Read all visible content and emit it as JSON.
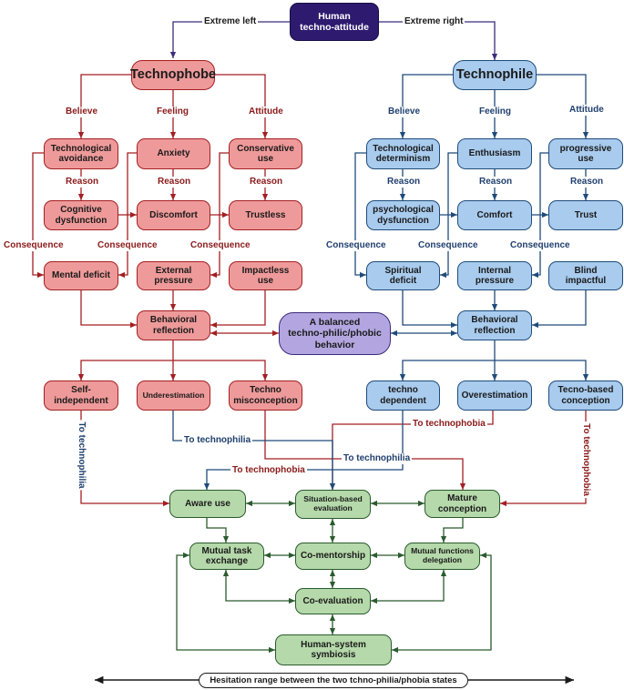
{
  "root": "Human\ntechno-attitude",
  "root_edges": {
    "left": "Extreme left",
    "right": "Extreme right"
  },
  "technophobe": {
    "title": "Technophobe",
    "columns": [
      "Believe",
      "Feeling",
      "Attitude"
    ],
    "row1": [
      "Technological\navoidance",
      "Anxiety",
      "Conservative\nuse"
    ],
    "reason": "Reason",
    "row2": [
      "Cognitive\ndysfunction",
      "Discomfort",
      "Trustless"
    ],
    "consequence": "Consequence",
    "row3": [
      "Mental deficit",
      "External\npressure",
      "Impactless\nuse"
    ],
    "reflection": "Behavioral\nreflection",
    "outcomes": [
      "Self-\nindependent",
      "Underestimation",
      "Techno\nmisconception"
    ]
  },
  "technophile": {
    "title": "Technophile",
    "columns": [
      "Believe",
      "Feeling",
      "Attitude"
    ],
    "row1": [
      "Technological\ndeterminism",
      "Enthusiasm",
      "progressive\nuse"
    ],
    "reason": "Reason",
    "row2": [
      "psychological\ndysfunction",
      "Comfort",
      "Trust"
    ],
    "consequence": "Consequence",
    "row3": [
      "Spiritual\ndeficit",
      "Internal\npressure",
      "Blind\nimpactful"
    ],
    "reflection": "Behavioral\nreflection",
    "outcomes": [
      "techno\ndependent",
      "Overestimation",
      "Tecno-based\nconception"
    ]
  },
  "balanced": "A balanced\ntechno-philic/phobic\nbehavior",
  "transitions": {
    "to_technophilia": "To technophilia",
    "to_technophobia": "To technophobia"
  },
  "green": {
    "aware": "Aware use",
    "situation": "Situation-based\nevaluation",
    "mature": "Mature\nconception",
    "mutual_task": "Mutual task\nexchange",
    "comentorship": "Co-mentorship",
    "mutual_functions": "Mutual functions\ndelegation",
    "coevaluation": "Co-evaluation",
    "symbiosis": "Human-system\nsymbiosis"
  },
  "hesitation": "Hesitation range between the two tchno-philia/phobia states",
  "colors": {
    "red_fill": "#ef9a9a",
    "red_line": "#a31f22",
    "blue_fill": "#a8cbee",
    "blue_line": "#1f4b7a",
    "green_fill": "#b5d9aa",
    "green_line": "#2b5b2e",
    "purple_fill": "#b3a6e0",
    "root_fill": "#2e1a6e"
  }
}
